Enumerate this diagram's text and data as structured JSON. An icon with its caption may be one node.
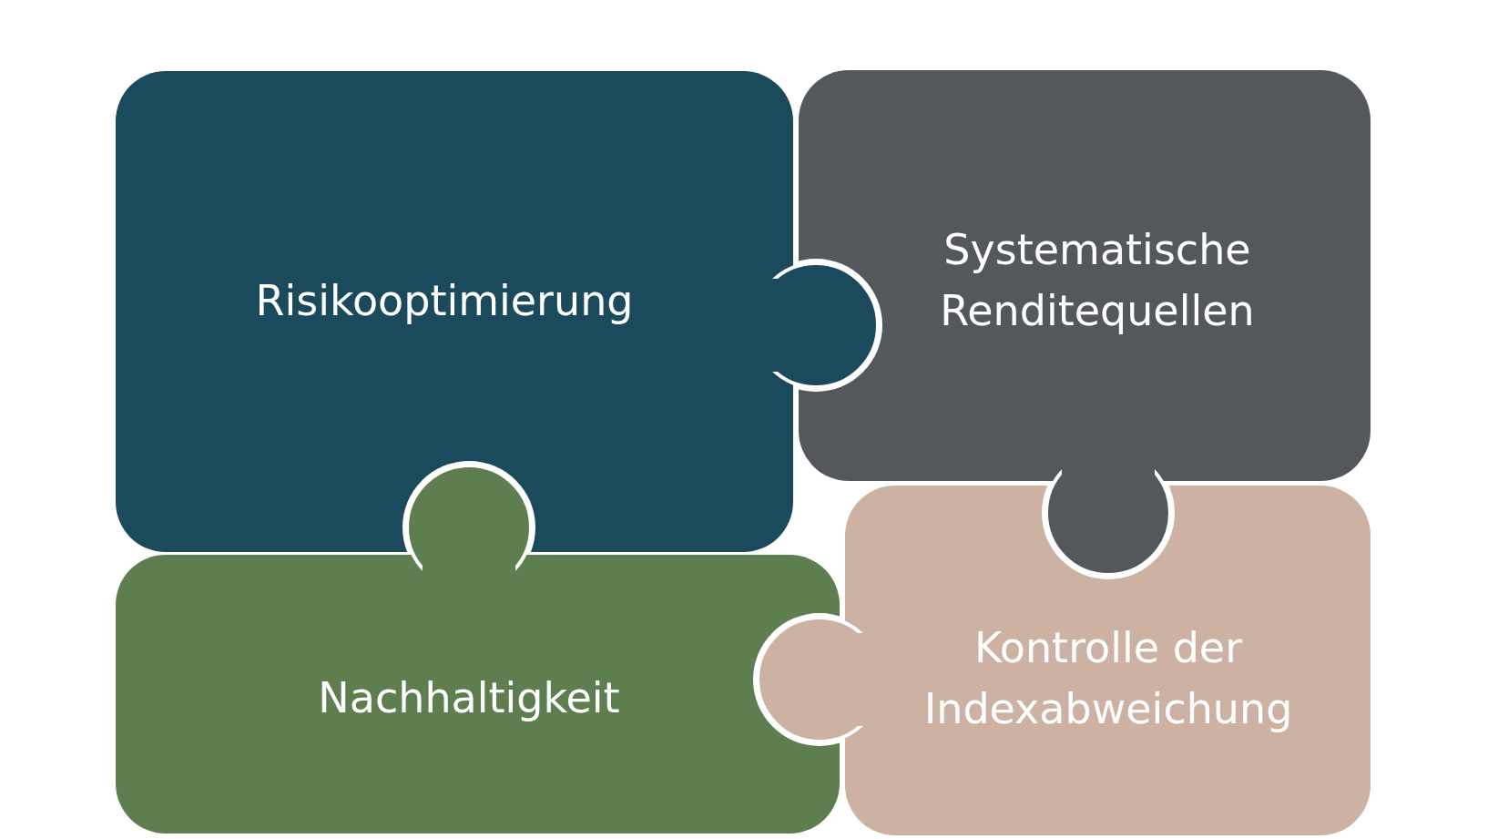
{
  "diagram": {
    "nodes": [
      {
        "text": [
          "Risikooptimierung"
        ]
      },
      {
        "text": [
          "Systematische Renditequellen"
        ]
      },
      {
        "text": [
          "Nachhaltigkeit"
        ]
      },
      {
        "text": [
          "Kontrolle der Indexabweichung"
        ]
      }
    ]
  }
}
